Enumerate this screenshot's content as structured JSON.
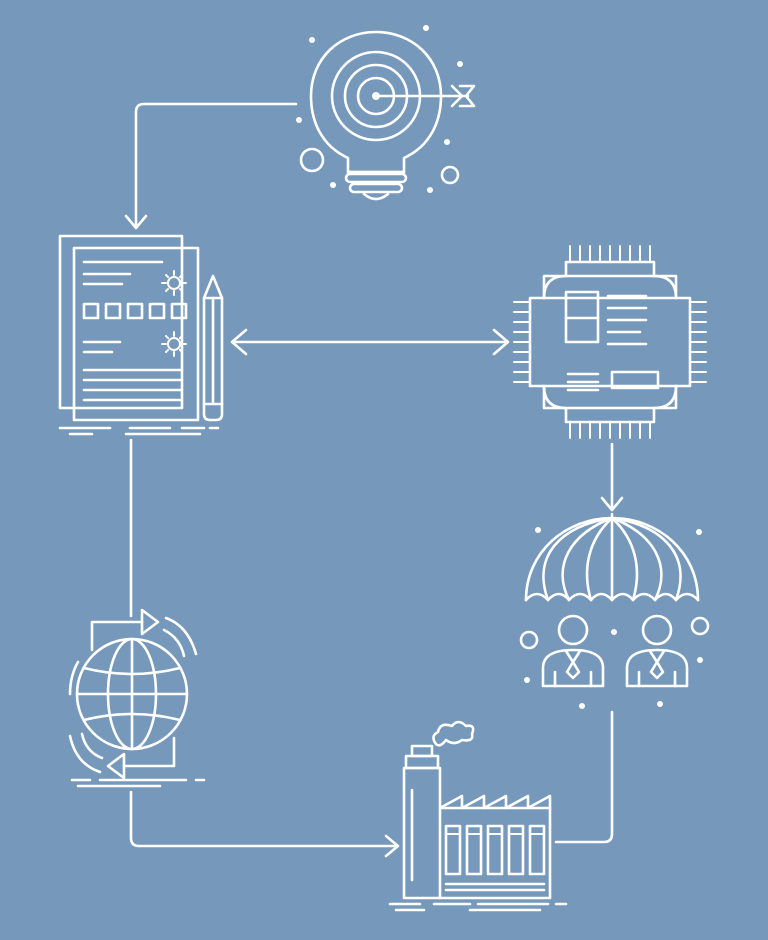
{
  "diagram": {
    "type": "flow-cycle",
    "background": "#7698ba",
    "stroke_color": "#ffffff",
    "nodes": [
      {
        "id": "idea",
        "icon": "lightbulb-target-icon"
      },
      {
        "id": "planning",
        "icon": "document-pencil-icon"
      },
      {
        "id": "development",
        "icon": "chip-layout-icon"
      },
      {
        "id": "protection",
        "icon": "umbrella-people-icon"
      },
      {
        "id": "production",
        "icon": "factory-icon"
      },
      {
        "id": "global",
        "icon": "globe-refresh-icon"
      }
    ],
    "edges": [
      {
        "from": "idea",
        "to": "planning",
        "direction": "forward"
      },
      {
        "from": "planning",
        "to": "development",
        "direction": "both"
      },
      {
        "from": "development",
        "to": "protection",
        "direction": "forward"
      },
      {
        "from": "protection",
        "to": "production",
        "direction": "none"
      },
      {
        "from": "global",
        "to": "production",
        "direction": "forward"
      },
      {
        "from": "planning",
        "to": "global",
        "direction": "none"
      }
    ]
  }
}
